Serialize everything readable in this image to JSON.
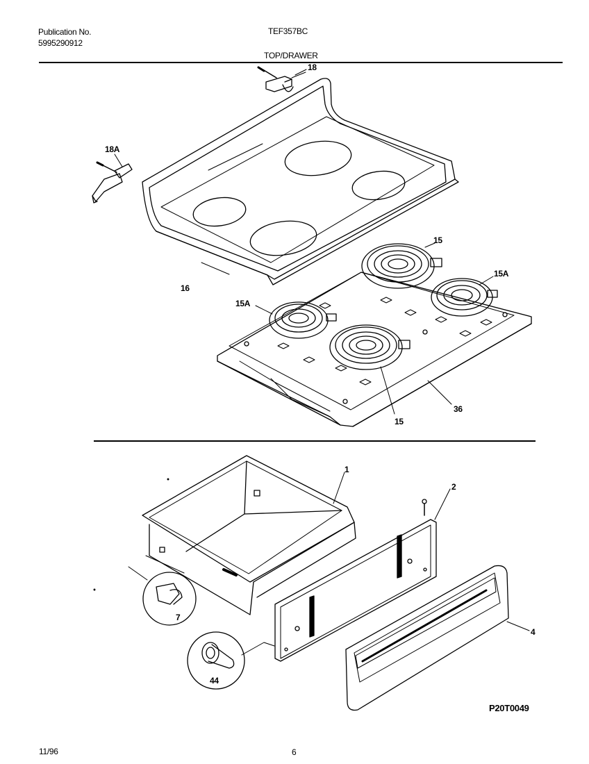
{
  "header": {
    "publication_label": "Publication No.",
    "publication_number": "5995290912",
    "model": "TEF357BC",
    "section_title": "TOP/DRAWER"
  },
  "callouts": {
    "p18_top": "18",
    "p18a": "18A",
    "p16": "16",
    "p15_top": "15",
    "p15a_right": "15A",
    "p15a_left": "15A",
    "p15_bottom": "15",
    "p36": "36",
    "p1": "1",
    "p2": "2",
    "p4": "4",
    "p7": "7",
    "p44": "44"
  },
  "drawing_code": "P20T0049",
  "footer": {
    "date": "11/96",
    "page": "6"
  }
}
